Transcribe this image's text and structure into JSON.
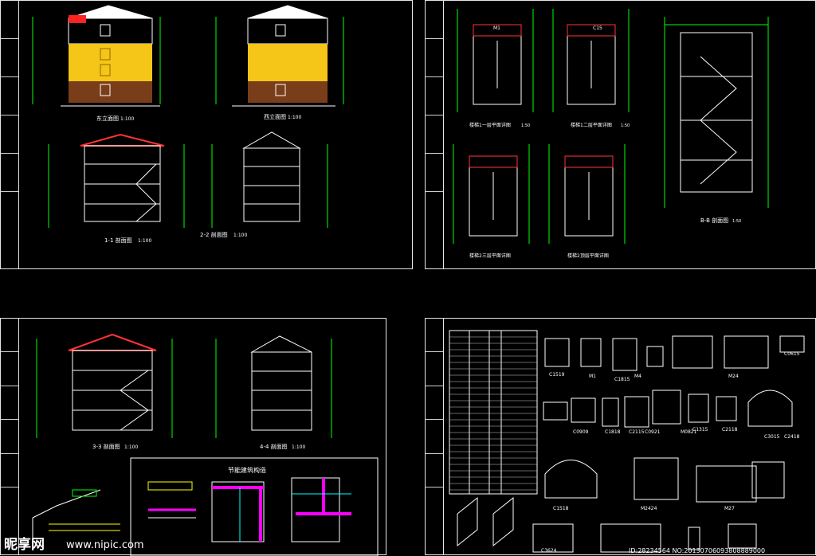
{
  "sheets": {
    "s1": {
      "elev_front_title": "东立面图",
      "elev_front_scale": "1:100",
      "elev_back_title": "西立面图",
      "elev_back_scale": "1:100",
      "sec11_title": "1-1 剖面图",
      "sec11_scale": "1:100",
      "sec22_title": "2-2 剖面图",
      "sec22_scale": "1:100"
    },
    "s2": {
      "stair1_title": "楼梯1一层平面详图",
      "stair2_title": "楼梯1二层平面详图",
      "stair3_title": "楼梯2三层平面详图",
      "stair4_title": "楼梯2顶层平面详图",
      "stair_scale": "1:50",
      "c15": "C15",
      "m1": "M1",
      "sec_bb_title": "B-B 剖面图",
      "sec_bb_scale": "1:50"
    },
    "s3": {
      "sec33_title": "3-3 剖面图",
      "sec33_scale": "1:100",
      "sec44_title": "4-4 剖面图",
      "sec44_scale": "1:100",
      "energy_title": "节能建筑构造"
    },
    "s4": {
      "labels": [
        "C1519",
        "C1815",
        "C0909",
        "M1",
        "M4",
        "C1818",
        "C2115",
        "M0821",
        "C0921",
        "C1315",
        "C2118",
        "M24",
        "C3015",
        "C2418",
        "M27",
        "M2424",
        "C1518",
        "C0615",
        "C3624"
      ],
      "coords": "ID:28234564 NO:20130706093808889000"
    }
  },
  "watermark": {
    "brand": "昵享网",
    "url": "www.nipic.com"
  },
  "colors": {
    "background": "#000000",
    "border": "#e6e6e6",
    "dimension": "#00ff00",
    "line": "#ffffff",
    "facade": "#f5c518",
    "brick": "#7a3d1a",
    "roof": "#ff2222"
  }
}
